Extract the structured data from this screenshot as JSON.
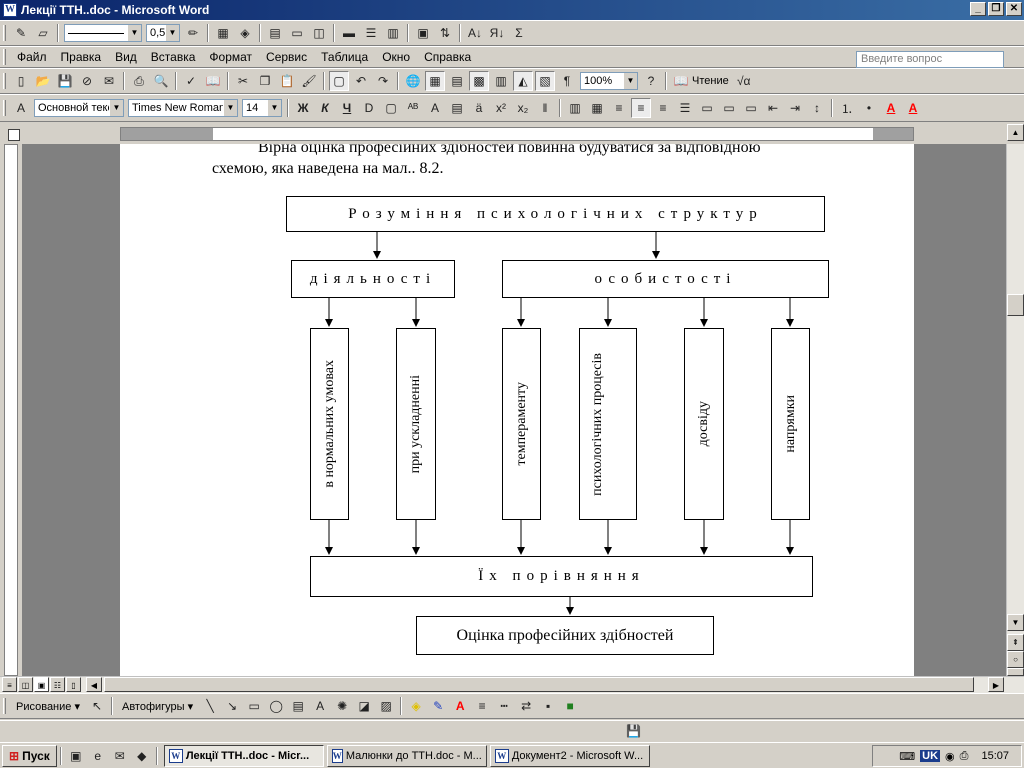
{
  "window": {
    "title": "Лекції ТТН..doc - Microsoft Word",
    "minimize": "_",
    "maximize": "❐",
    "close": "✕"
  },
  "drawing_toolbar_top": {
    "line_width": "0,5"
  },
  "menu": {
    "items": [
      "Файл",
      "Правка",
      "Вид",
      "Вставка",
      "Формат",
      "Сервис",
      "Таблица",
      "Окно",
      "Справка"
    ],
    "help_placeholder": "Введите вопрос"
  },
  "standard_toolbar": {
    "zoom": "100%",
    "read_label": "Чтение"
  },
  "formatting_toolbar": {
    "style": "Основной текст",
    "font": "Times New Roman",
    "size": "14",
    "bold": "Ж",
    "italic": "К",
    "underline": "Ч"
  },
  "document": {
    "line1": "Вірна оцінка професійних здібностей повинна будуватися за відповідною",
    "line2": "схемою, яка наведена на мал.. 8.2.",
    "diagram": {
      "top": "Розуміння психологічних структур",
      "left_group": "діяльності",
      "right_group": "особистості",
      "leaves": [
        "в нормальних умовах",
        "при ускладненні",
        "темпераменту",
        "психологічних процесів",
        "досвіду",
        "напрямки"
      ],
      "compare": "Їх порівняння",
      "result": "Оцінка професійних здібностей"
    }
  },
  "drawing_toolbar": {
    "draw_label": "Рисование",
    "autoshapes_label": "Автофигуры"
  },
  "taskbar": {
    "start": "Пуск",
    "tasks": [
      "Лекції ТТН..doc - Micr...",
      "Малюнки до ТТН.doc - M...",
      "Документ2 - Microsoft W..."
    ],
    "lang": "UK",
    "clock": "15:07"
  },
  "colors": {
    "titlebar_start": "#0a246a",
    "titlebar_end": "#3a6ea5",
    "font_color_accent": "#ff0000",
    "highlight_accent": "#ffff00"
  }
}
